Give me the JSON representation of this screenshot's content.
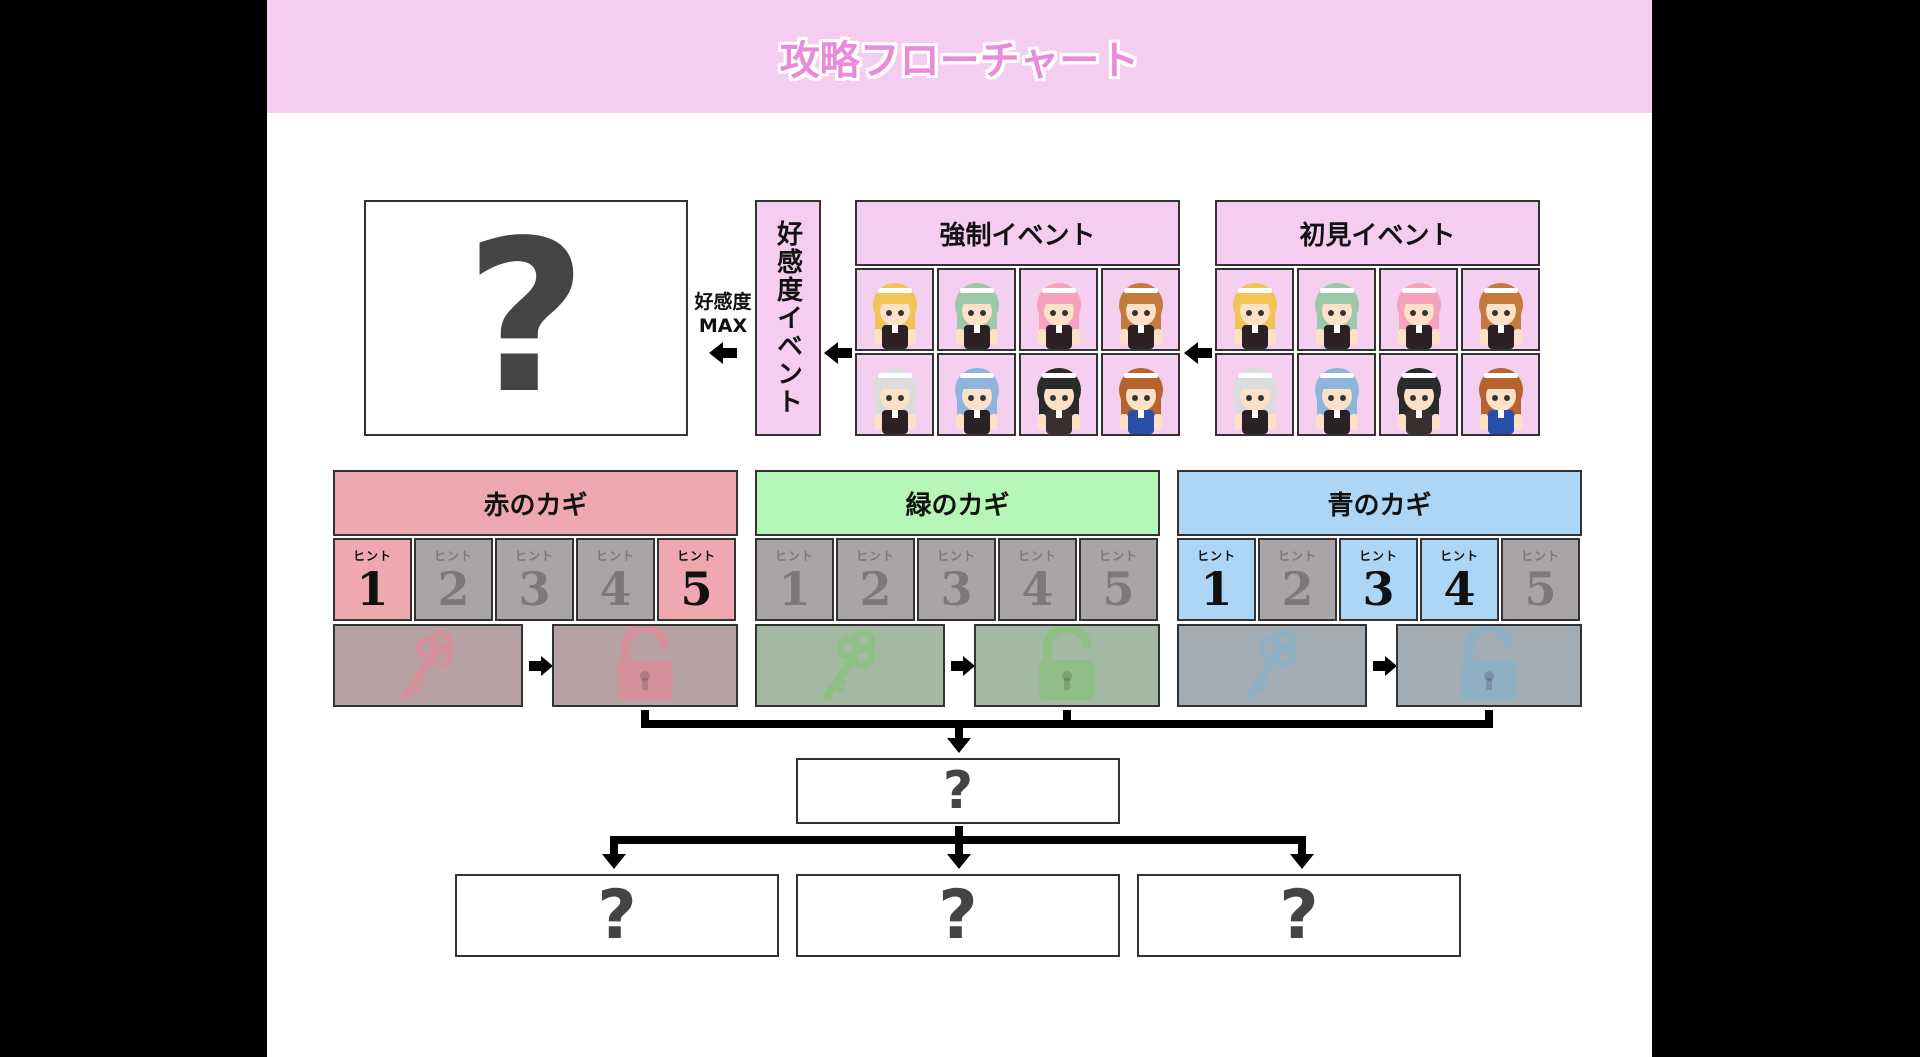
{
  "header": {
    "title": "攻略フローチャート"
  },
  "top": {
    "mystery_mark": "?",
    "max_label_1": "好感度",
    "max_label_2": "MAX",
    "affection_event": "好感度イベント",
    "forced_event": "強制イベント",
    "first_event": "初見イベント"
  },
  "characters": [
    {
      "name": "blonde-maid",
      "hair": "#f2c457",
      "skin": "#fde0c8",
      "outfit": "#2b2024",
      "cell": "#f5cff0"
    },
    {
      "name": "green-hair-maid",
      "hair": "#9cc7a8",
      "skin": "#fde0c8",
      "outfit": "#2b2024",
      "cell": "#f5cff0"
    },
    {
      "name": "pink-hair-maid",
      "hair": "#f5a3bd",
      "skin": "#fde0c8",
      "outfit": "#2b2024",
      "cell": "#f5cff0"
    },
    {
      "name": "brown-hair-maid",
      "hair": "#c27a3e",
      "skin": "#fde0c8",
      "outfit": "#2b2024",
      "cell": "#f5cff0"
    },
    {
      "name": "silver-hair-maid",
      "hair": "#dcdcdc",
      "skin": "#fde0c8",
      "outfit": "#2b2024",
      "cell": "#f5cff0"
    },
    {
      "name": "blue-braid-maid",
      "hair": "#8fb5de",
      "skin": "#fde0c8",
      "outfit": "#2b2024",
      "cell": "#f5cff0"
    },
    {
      "name": "black-hair-girl",
      "hair": "#2a2a2a",
      "skin": "#fde0c8",
      "outfit": "#3a2e2e",
      "cell": "#f5cff0"
    },
    {
      "name": "police-girl",
      "hair": "#b5642f",
      "skin": "#fde0c8",
      "outfit": "#2a4fa8",
      "cell": "#f5cff0"
    }
  ],
  "keys": [
    {
      "label": "赤のカギ",
      "color": "#f0a8b0",
      "tile": "#b6a2a5",
      "icon": "#d4909b",
      "hints": [
        {
          "label": "ヒント",
          "num": "1",
          "on": true
        },
        {
          "label": "ヒント",
          "num": "2",
          "on": false
        },
        {
          "label": "ヒント",
          "num": "3",
          "on": false
        },
        {
          "label": "ヒント",
          "num": "4",
          "on": false
        },
        {
          "label": "ヒント",
          "num": "5",
          "on": true
        }
      ]
    },
    {
      "label": "緑のカギ",
      "color": "#b5f5b5",
      "tile": "#a3b9a2",
      "icon": "#8fbf86",
      "hints": [
        {
          "label": "ヒント",
          "num": "1",
          "on": false
        },
        {
          "label": "ヒント",
          "num": "2",
          "on": false
        },
        {
          "label": "ヒント",
          "num": "3",
          "on": false
        },
        {
          "label": "ヒント",
          "num": "4",
          "on": false
        },
        {
          "label": "ヒント",
          "num": "5",
          "on": false
        }
      ]
    },
    {
      "label": "青のカギ",
      "color": "#add5f5",
      "tile": "#a2acb5",
      "icon": "#8fafc2",
      "hints": [
        {
          "label": "ヒント",
          "num": "1",
          "on": true
        },
        {
          "label": "ヒント",
          "num": "2",
          "on": false
        },
        {
          "label": "ヒント",
          "num": "3",
          "on": true
        },
        {
          "label": "ヒント",
          "num": "4",
          "on": true
        },
        {
          "label": "ヒント",
          "num": "5",
          "on": false
        }
      ]
    }
  ],
  "bottom": {
    "middle_mark": "?",
    "endings": [
      "?",
      "?",
      "?"
    ]
  }
}
